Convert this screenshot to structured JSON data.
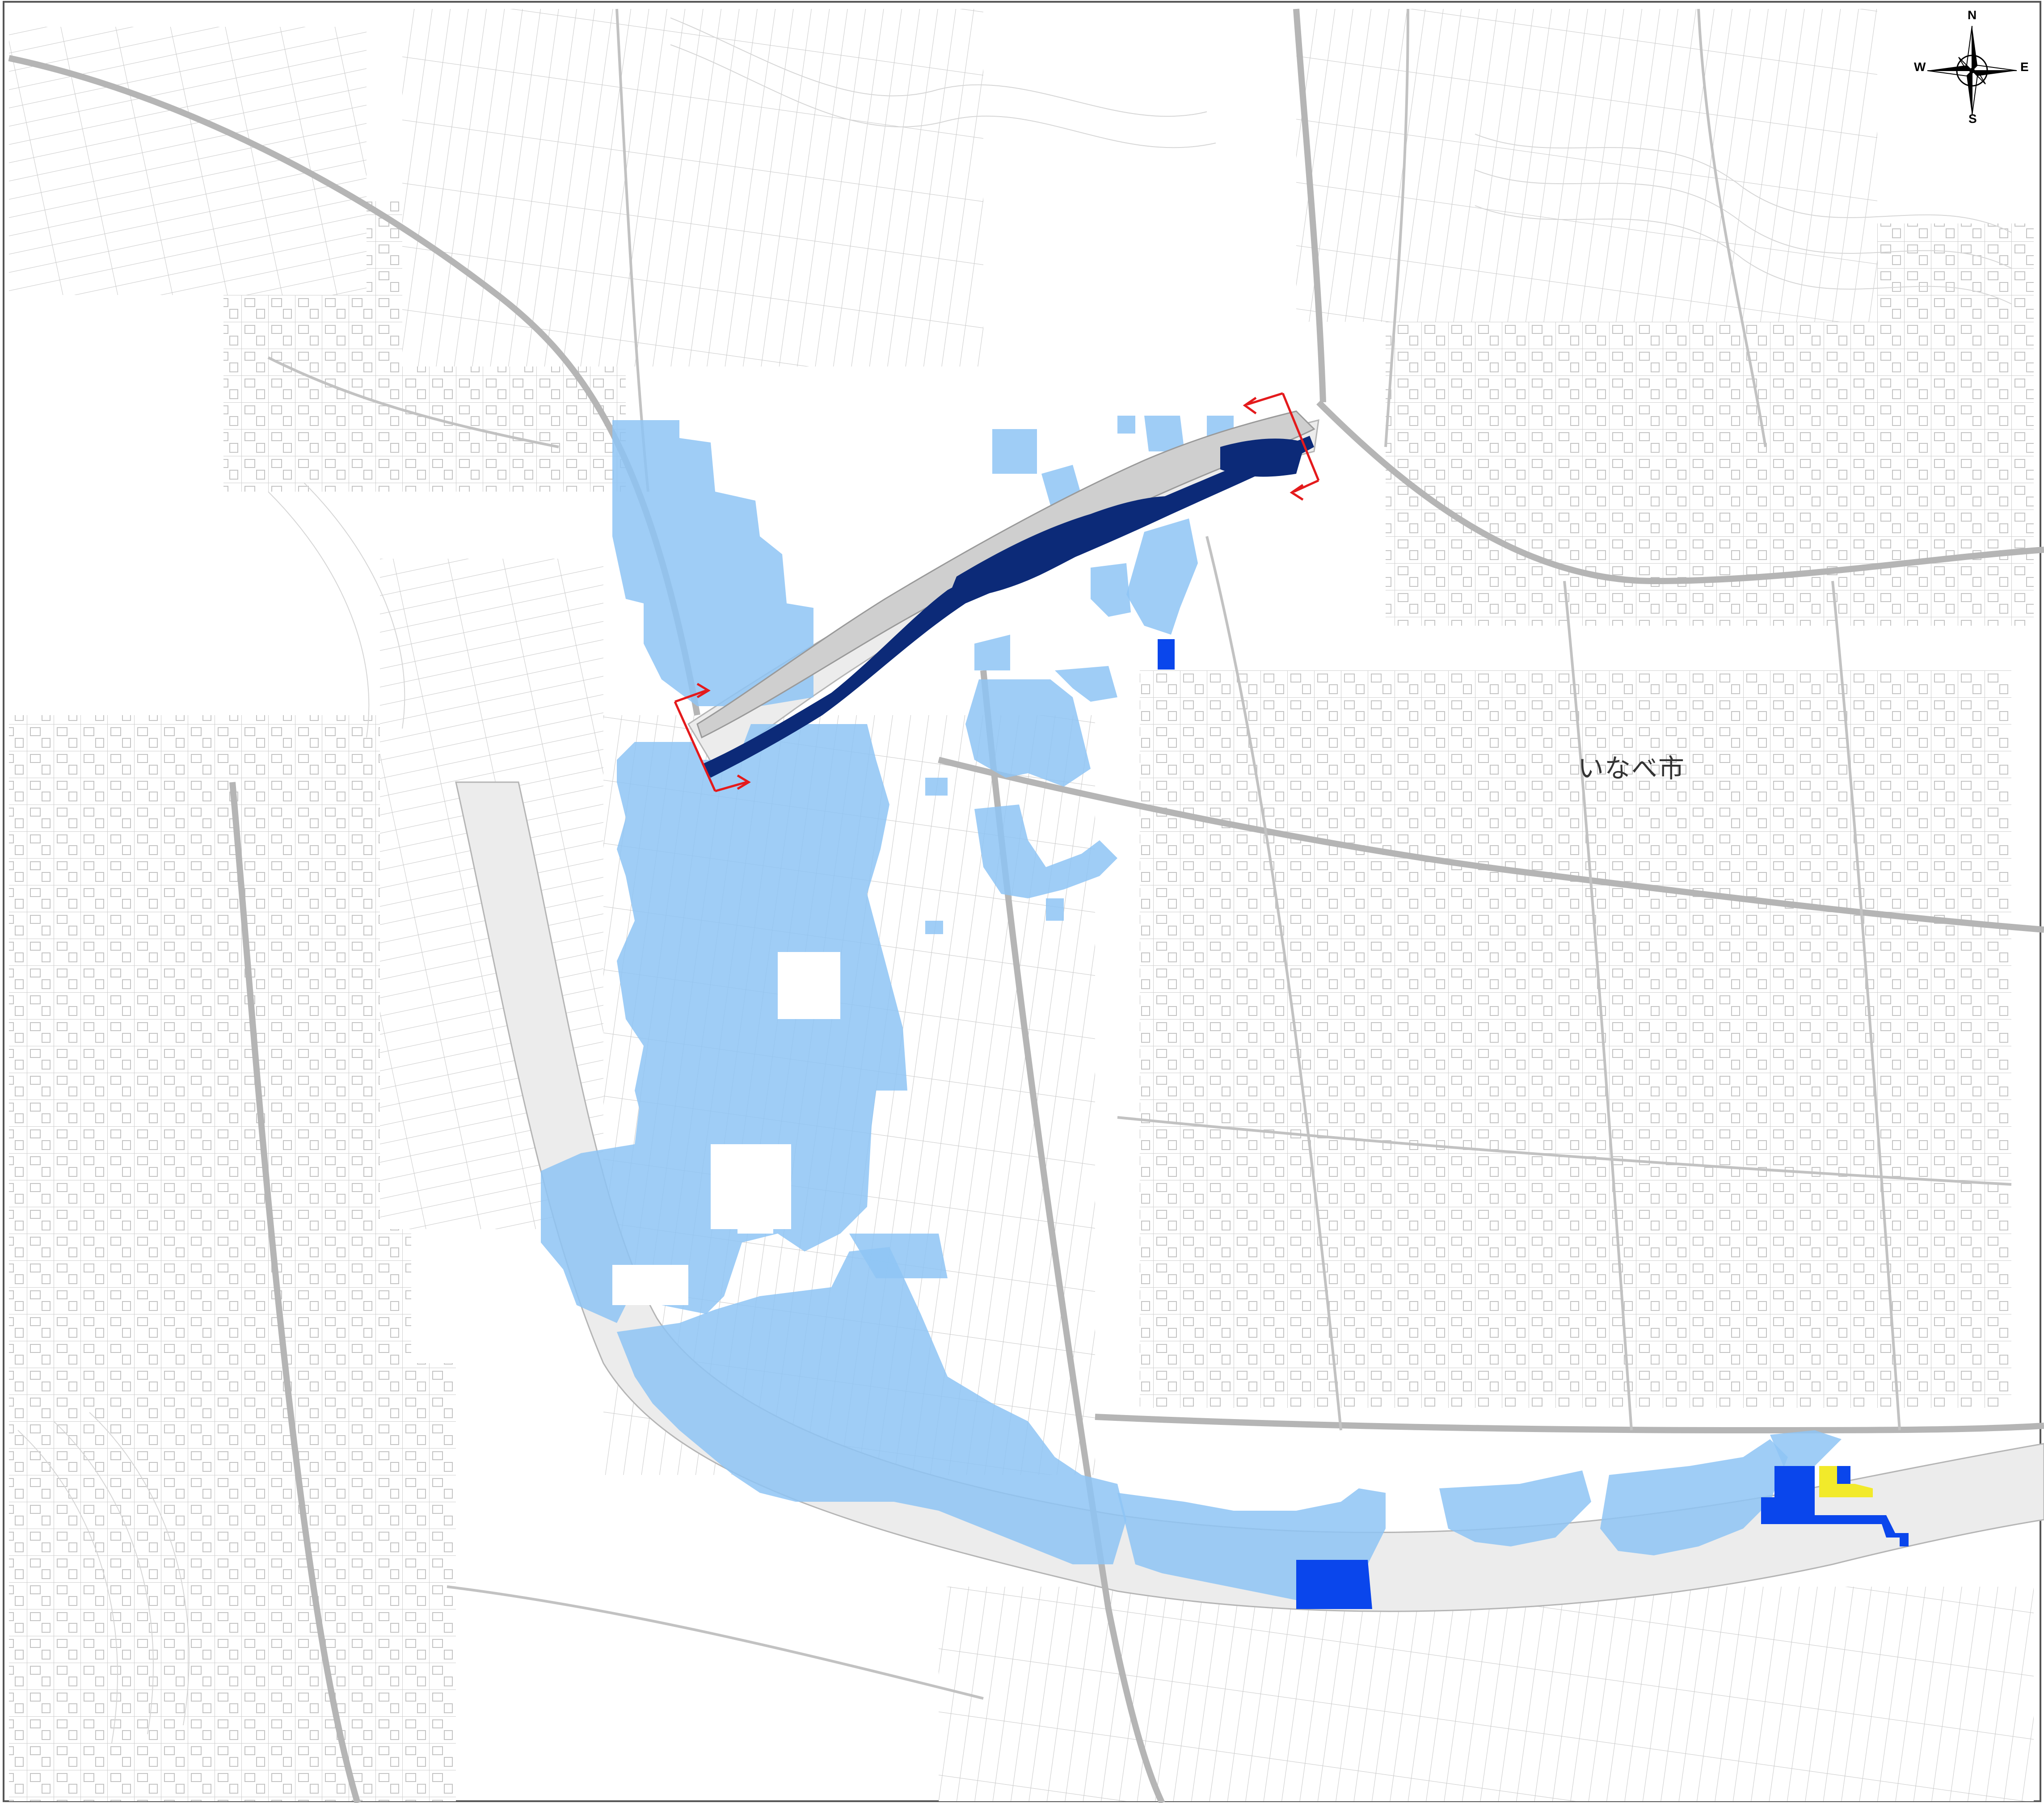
{
  "map": {
    "place_label": "いなべ市"
  },
  "compass": {
    "north": "N",
    "south": "S",
    "east": "E",
    "west": "W"
  },
  "colors": {
    "background": "#ffffff",
    "road_outline": "#b5b5b5",
    "contour": "#d6d6d6",
    "river_band": "#ececec",
    "flood_light": "#8ec4f5",
    "flood_mid": "#0a46ec",
    "flood_deep": "#0c2a78",
    "flood_extreme": "#f2ea2a",
    "section_marker": "#e41a1c",
    "levee_grey": "#cfcfcf"
  },
  "legend_icons": {
    "compass_icon": "compass-rose-icon",
    "section_arrow_icon": "red-arrow-icon"
  }
}
